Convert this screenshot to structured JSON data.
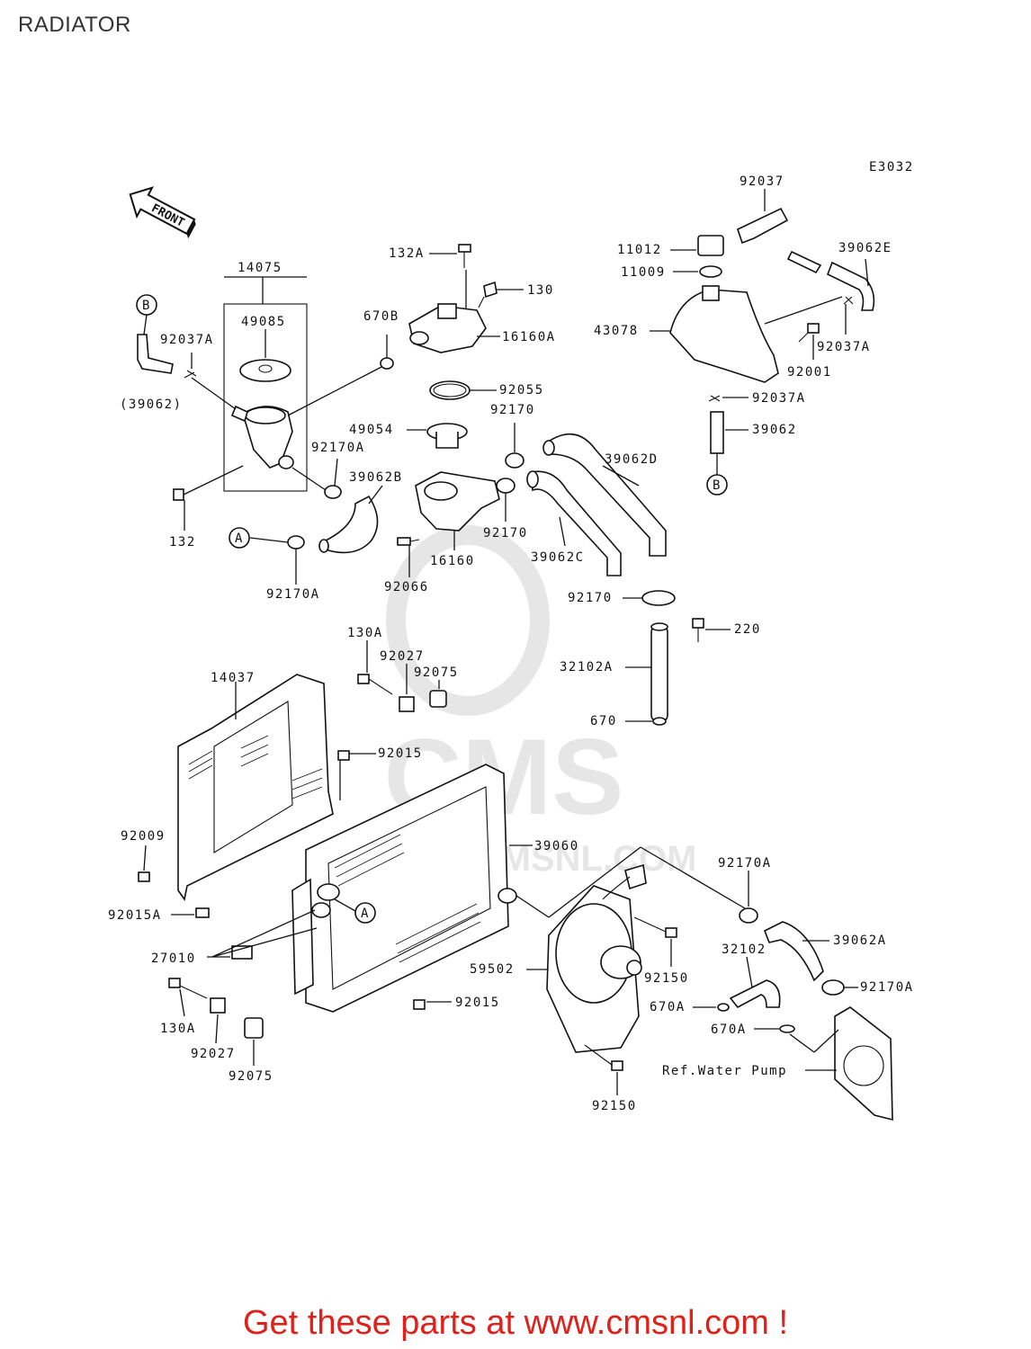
{
  "title": "RADIATOR",
  "diagram_code": "E3032",
  "front_label": "FRONT",
  "watermark": {
    "logo": "CMS",
    "url": "WWW.CMSNL.COM",
    "color": "#e6e6e6"
  },
  "footer": {
    "text": "Get these parts at www.cmsnl.com !",
    "color": "#e0201a"
  },
  "connectors": [
    "A",
    "B"
  ],
  "parts": [
    "14075",
    "49085",
    "92037A",
    "(39062)",
    "132",
    "670B",
    "92170A",
    "39062B",
    "132A",
    "130",
    "16160A",
    "92055",
    "49054",
    "92170",
    "16160",
    "92066",
    "39062C",
    "39062D",
    "92037",
    "11012",
    "11009",
    "39062E",
    "43078",
    "92001",
    "39062",
    "220",
    "32102A",
    "670",
    "130A",
    "92027",
    "92075",
    "14037",
    "92015",
    "92009",
    "92015A",
    "39060",
    "27010",
    "59502",
    "92150",
    "32102",
    "39062A",
    "670A",
    "Ref.Water Pump"
  ]
}
